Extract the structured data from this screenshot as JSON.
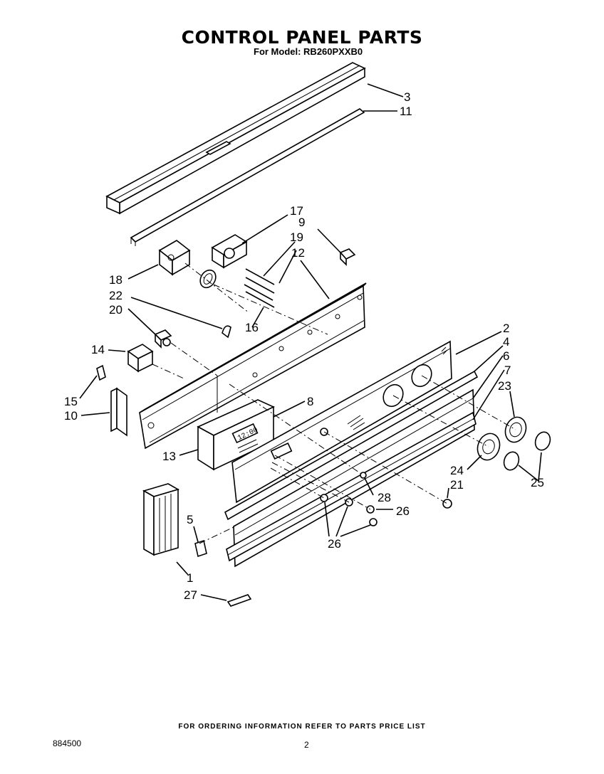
{
  "header": {
    "title": "CONTROL PANEL PARTS",
    "subtitle": "For Model: RB260PXXB0"
  },
  "footer": {
    "ordering_note": "FOR ORDERING INFORMATION REFER TO PARTS PRICE LIST",
    "document_number": "884500",
    "page_number": "2"
  },
  "display_readout": "12:00",
  "callouts": {
    "c1": "1",
    "c2": "2",
    "c3": "3",
    "c4": "4",
    "c5": "5",
    "c6": "6",
    "c7": "7",
    "c8": "8",
    "c9": "9",
    "c10": "10",
    "c11": "11",
    "c12": "12",
    "c13": "13",
    "c14": "14",
    "c15": "15",
    "c16": "16",
    "c17": "17",
    "c18": "18",
    "c19": "19",
    "c20": "20",
    "c21": "21",
    "c22": "22",
    "c23": "23",
    "c24": "24",
    "c25": "25",
    "c26a": "26",
    "c26b": "26",
    "c27": "27",
    "c28": "28"
  }
}
